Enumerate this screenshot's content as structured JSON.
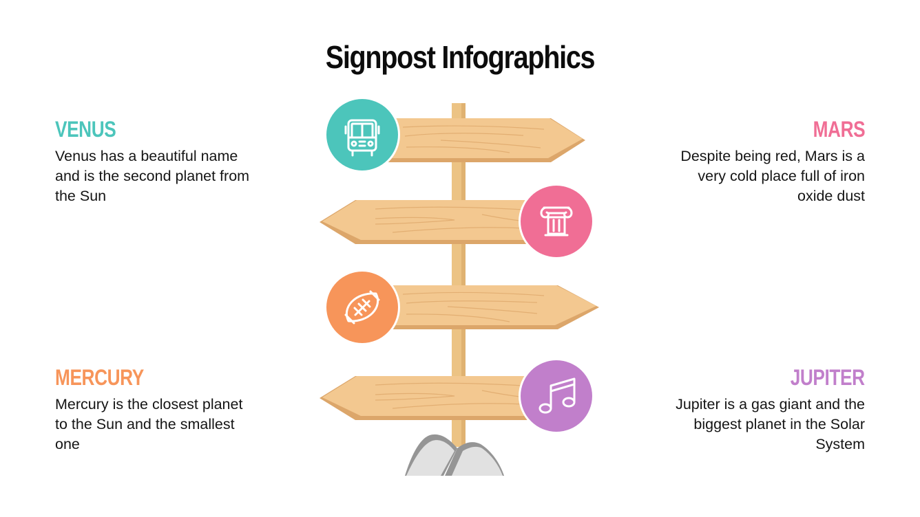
{
  "title": "Signpost Infographics",
  "colors": {
    "venus": "#4cc5bb",
    "mars": "#f06e95",
    "mercury": "#f7955a",
    "jupiter": "#c17fcb",
    "wood": "#f3c890",
    "wood_shadow": "#dca66a",
    "post": "#ecc384",
    "rock_light": "#e1e1e1",
    "rock_dark": "#959595"
  },
  "items": [
    {
      "name": "VENUS",
      "text": "Venus has a beautiful name and is the second planet from the Sun",
      "icon": "bus-icon",
      "color": "#4cc5bb"
    },
    {
      "name": "MARS",
      "text": "Despite being red, Mars is a very cold place full of iron oxide dust",
      "icon": "column-icon",
      "color": "#f06e95"
    },
    {
      "name": "MERCURY",
      "text": "Mercury is the closest planet to the Sun and the smallest one",
      "icon": "football-icon",
      "color": "#f7955a"
    },
    {
      "name": "JUPITER",
      "text": "Jupiter is a gas giant and the biggest planet in the Solar System",
      "icon": "music-note-icon",
      "color": "#c17fcb"
    }
  ]
}
